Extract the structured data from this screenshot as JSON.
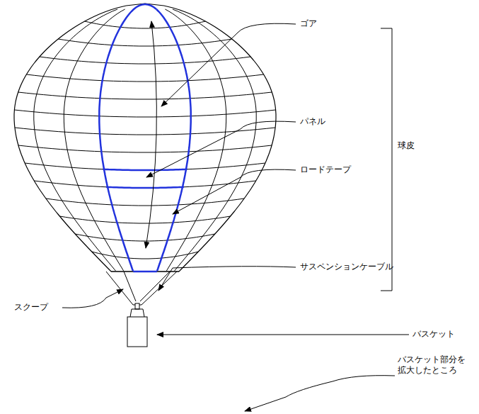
{
  "diagram": {
    "labels": [
      "ゴア",
      "パネル",
      "ロードテープ",
      "サスペンションケーブル",
      "球皮",
      "スクープ",
      "バスケット",
      "バスケット部分を 拡大したところ"
    ]
  }
}
